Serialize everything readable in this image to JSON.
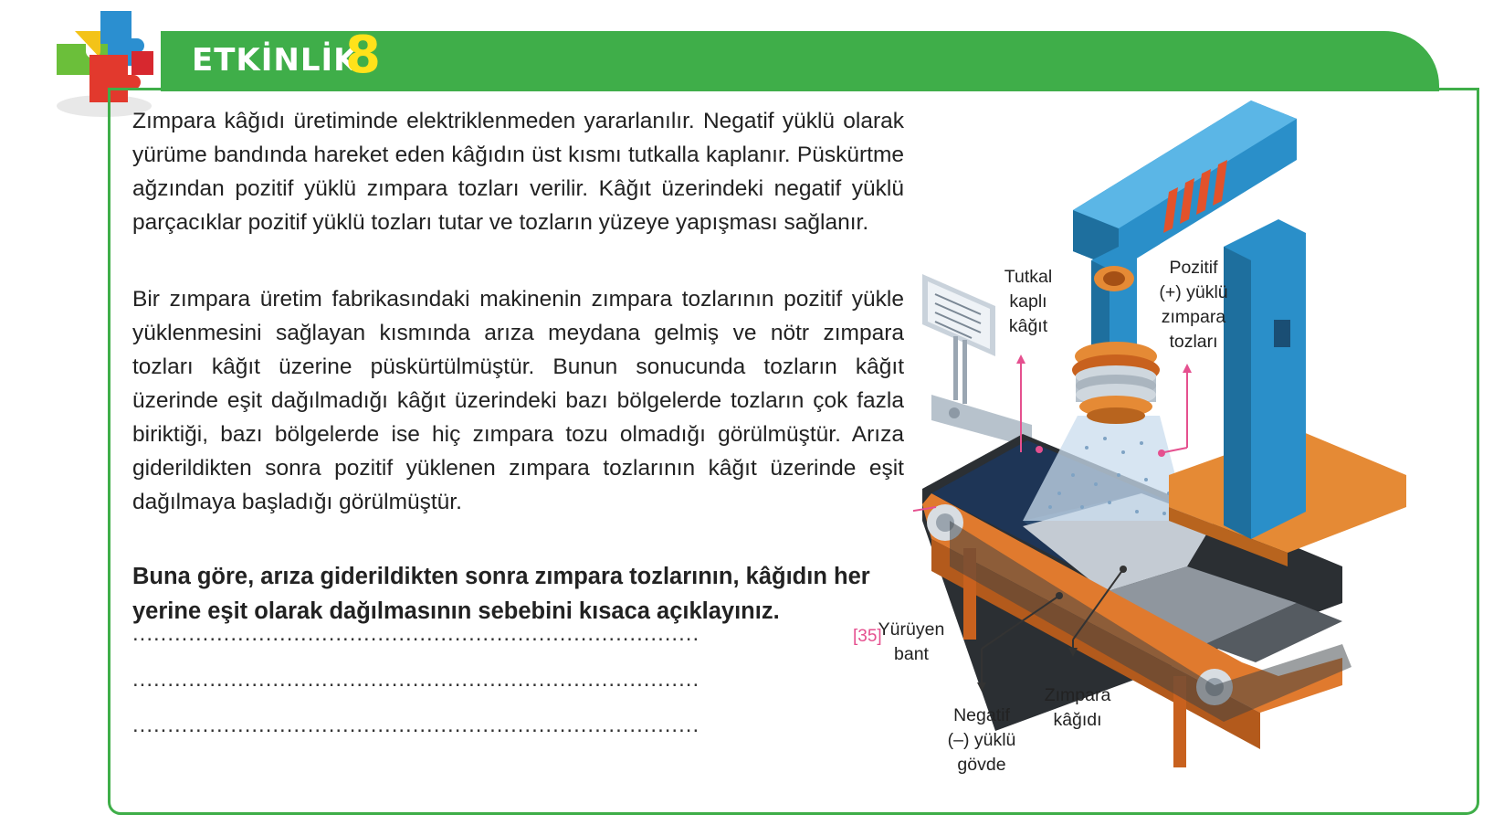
{
  "header": {
    "title": "ETKİNLİK",
    "number": "8"
  },
  "content": {
    "paragraph1": "Zımpara kâğıdı üretiminde elektriklenmeden yararlanılır. Negatif yüklü olarak yürüme bandında hareket eden kâğıdın üst kısmı tutkalla kaplanır. Püskürtme ağzından pozitif yüklü zımpara tozları verilir. Kâğıt üzerindeki negatif yüklü parçacıklar pozitif yüklü tozları tutar ve tozların yüzeye yapışması sağlanır.",
    "paragraph2": "Bir zımpara üretim fabrikasındaki makinenin zımpara tozlarının pozitif yükle yüklenmesini sağlayan kısmında arıza meydana gelmiş ve nötr zımpara tozları kâğıt üzerine püskürtülmüştür. Bunun sonucunda tozların kâğıt üzerinde eşit dağılmadığı kâğıt üzerindeki bazı bölgelerde tozların çok fazla biriktiği, bazı bölgelerde ise hiç zımpara tozu olmadığı görülmüştür. Arıza giderildikten sonra pozitif yüklenen zımpara tozlarının kâğıt üzerinde eşit dağılmaya başladığı görülmüştür.",
    "question": "Buna göre, arıza giderildikten sonra zımpara tozlarının, kâğıdın her yerine eşit olarak dağılmasının sebebini kısaca açıklayınız.",
    "reference": "[35]",
    "answer_lines": [
      "..................................................................................",
      "..................................................................................",
      ".................................................................................."
    ]
  },
  "figure": {
    "labels": {
      "tutkal_l1": "Tutkal",
      "tutkal_l2": "kaplı",
      "tutkal_l3": "kâğıt",
      "pozitif_l1": "Pozitif",
      "pozitif_l2": "(+) yüklü",
      "pozitif_l3": "zımpara",
      "pozitif_l4": "tozları",
      "bant_l1": "Yürüyen",
      "bant_l2": "bant",
      "negatif_l1": "Negatif",
      "negatif_l2": "(–) yüklü gövde",
      "zimpara_l1": "Zımpara",
      "zimpara_l2": "kâğıdı"
    }
  },
  "colors": {
    "green": "#3fae49",
    "yellow": "#ffe21a",
    "pink": "#e5508f",
    "machine_blue": "#2a8fc9",
    "machine_orange": "#e07a2e"
  }
}
